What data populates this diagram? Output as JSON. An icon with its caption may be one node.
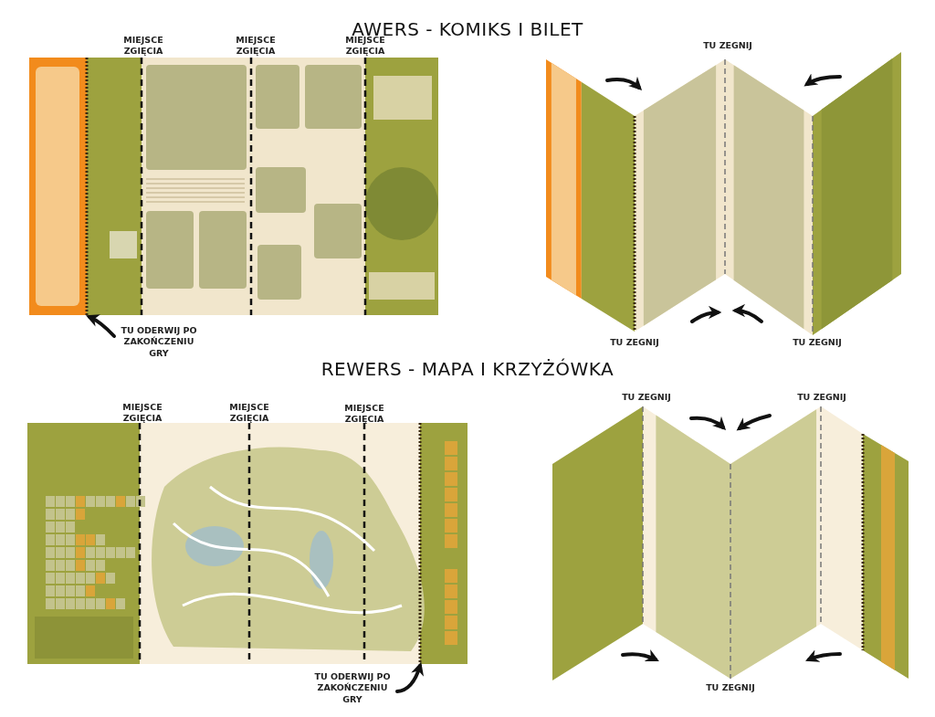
{
  "diagram": {
    "nodes": [
      {
        "text": [],
        "shape": "picture"
      },
      {
        "text": [
          "TU ODERWIJ PO ZAKOŃCZENIU GRY"
        ]
      },
      {
        "text": [],
        "shape": "picture"
      },
      {
        "text": [],
        "shape": "picture"
      },
      {
        "text": [
          "TU ODERWIJ PO ZAKOŃCZENIU GRY"
        ]
      },
      {
        "text": [],
        "shape": "picture"
      }
    ],
    "edges": [
      {
        "from": 1,
        "to": 0,
        "arrow": "to"
      },
      {
        "from": 4,
        "to": 3,
        "arrow": "to"
      }
    ],
    "labels": [
      "AWERS - KOMIKS I BILET",
      "MIEJSCE ZGIĘCIA",
      "MIEJSCE ZGIĘCIA",
      "MIEJSCE ZGIĘCIA",
      "TU ZEGNIJ",
      "TU ZEGNIJ",
      "TU ZEGNIJ",
      "REWERS - MAPA I KRZYŻÓWKA",
      "MIEJSCE ZGIĘCIA",
      "MIEJSCE ZGIĘCIA",
      "MIEJSCE ZGIĘCIA",
      "TU ZEGNIJ",
      "TU ZEGNIJ",
      "TU ZEGNIJ"
    ]
  }
}
